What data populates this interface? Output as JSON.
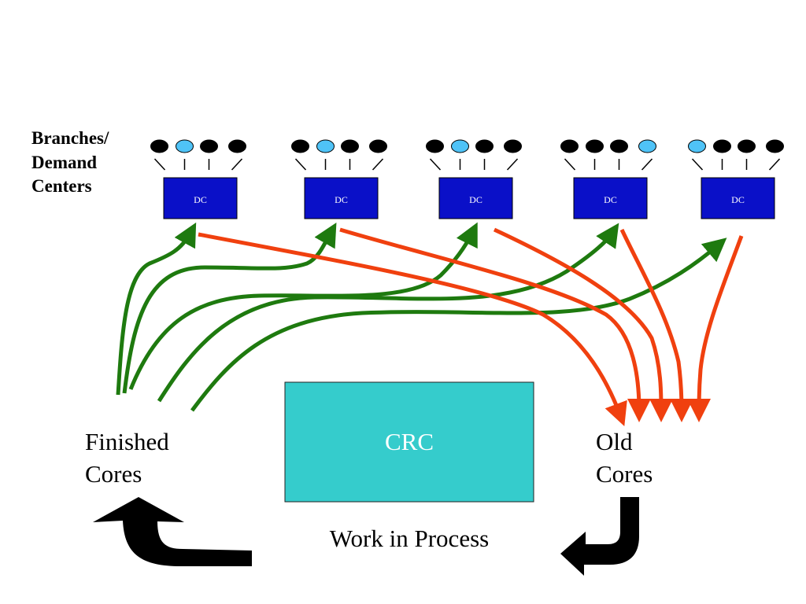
{
  "branches_label": [
    "Branches/",
    "Demand",
    "Centers"
  ],
  "dc_label": "DC",
  "demand_centers": [
    {
      "branches": [
        "black",
        "blue",
        "black",
        "black"
      ]
    },
    {
      "branches": [
        "black",
        "blue",
        "black",
        "black"
      ]
    },
    {
      "branches": [
        "black",
        "blue",
        "black",
        "black"
      ]
    },
    {
      "branches": [
        "black",
        "black",
        "black",
        "blue"
      ]
    },
    {
      "branches": [
        "blue",
        "black",
        "black",
        "black"
      ]
    }
  ],
  "crc_label": "CRC",
  "finished_cores_label": [
    "Finished",
    "Cores"
  ],
  "old_cores_label": [
    "Old",
    "Cores"
  ],
  "wip_label": "Work in Process",
  "colors": {
    "dc_fill": "#0a10c8",
    "crc_fill": "#35cccc",
    "branch_dark": "#000000",
    "branch_light": "#4fc3f7",
    "supply_arrow": "#1e7a0f",
    "return_arrow": "#f0400f",
    "cycle_arrow": "#000000"
  }
}
